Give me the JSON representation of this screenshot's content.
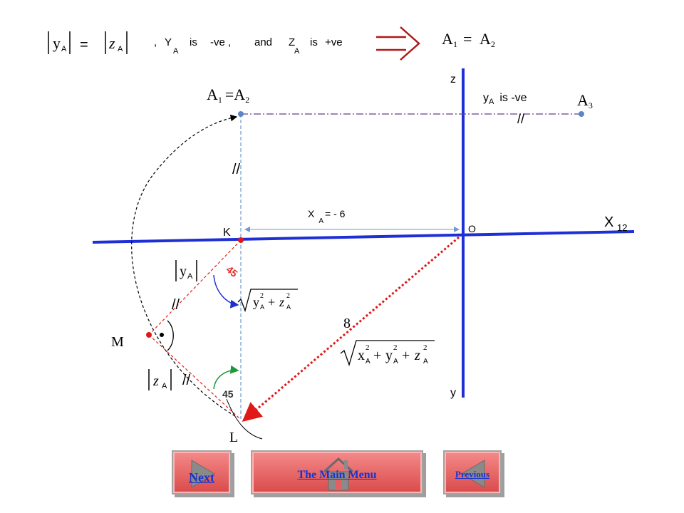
{
  "header": {
    "abs_y": "y",
    "sub_a": "A",
    "equals": "=",
    "abs_z": "z",
    "cond_comma": ",",
    "cond_y": "Y",
    "cond_is1": "is",
    "cond_neg": "-ve ,",
    "cond_and": "and",
    "cond_z": "Z",
    "cond_is2": "is",
    "cond_pos": "+ve",
    "result_a": "A",
    "result_sub1": "1",
    "result_eq": "=",
    "result_a2": "A",
    "result_sub2": "2"
  },
  "labels": {
    "a1a2_a": "A",
    "a1a2_sub1": "1",
    "a1a2_eq": "=A",
    "a1a2_sub2": "2",
    "a3_a": "A",
    "a3_sub": "3",
    "z_axis": "z",
    "y_axis": "y",
    "x_axis": "X",
    "x_axis_num": "12",
    "origin": "O",
    "point_k": "K",
    "point_m": "M",
    "point_l": "L",
    "ya_neg_y": "y",
    "ya_neg_sub": "A",
    "ya_neg_text": "is  -ve",
    "xa_x": "X",
    "xa_sub": "A",
    "xa_val": "= - 6",
    "tick_mark": "//",
    "angle_top": "45",
    "angle_bottom": "45",
    "distance": "8",
    "abs_ya_y": "y",
    "abs_ya_sub": "A",
    "abs_za_z": "z",
    "abs_za_sub": "A",
    "sqrt_yz_y": "y",
    "sqrt_yz_sub1": "A",
    "sqrt_yz_sup1": "2",
    "sqrt_yz_plus": "+",
    "sqrt_yz_z": "z",
    "sqrt_yz_sub2": "A",
    "sqrt_yz_sup2": "2",
    "sqrt_xyz_x": "x",
    "sqrt_xyz_sub1": "A",
    "sqrt_xyz_sup1": "2",
    "sqrt_xyz_plus1": "+",
    "sqrt_xyz_y": "y",
    "sqrt_xyz_sub2": "A",
    "sqrt_xyz_sup2": "2",
    "sqrt_xyz_plus2": "+",
    "sqrt_xyz_z": "z",
    "sqrt_xyz_sub3": "A",
    "sqrt_xyz_sup3": "2"
  },
  "nav": {
    "next": "Next",
    "main_menu": "The Main Menu",
    "previous": "Previous"
  },
  "colors": {
    "axis_blue": "#1f2fd6",
    "dashed_red": "#e02020",
    "point_red": "#e01818",
    "point_blue": "#5b86c8",
    "angle_blue": "#2030d0",
    "angle_green": "#1a9a3a",
    "angle_text_red": "#e03030",
    "dim_line": "#6f9ad0",
    "projection_purple": "#6a3d8a",
    "button_red": "#e46060",
    "button_text": "#1a33cc"
  }
}
